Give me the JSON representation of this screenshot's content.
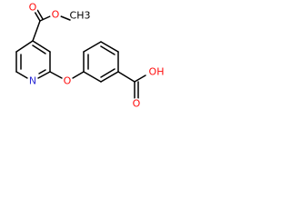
{
  "molecule": {
    "atoms": {
      "ester_carbonyl_o": "O",
      "ester_ether_o": "O",
      "methyl": "CH3",
      "pyridine_n": "N",
      "bridge_o": "O",
      "acid_carbonyl_o": "O",
      "acid_hydroxyl": "OH"
    },
    "colors": {
      "carbon_bond": "#000000",
      "oxygen": "#ff0d0d",
      "nitrogen": "#2d2dd6",
      "background": "#ffffff"
    }
  }
}
